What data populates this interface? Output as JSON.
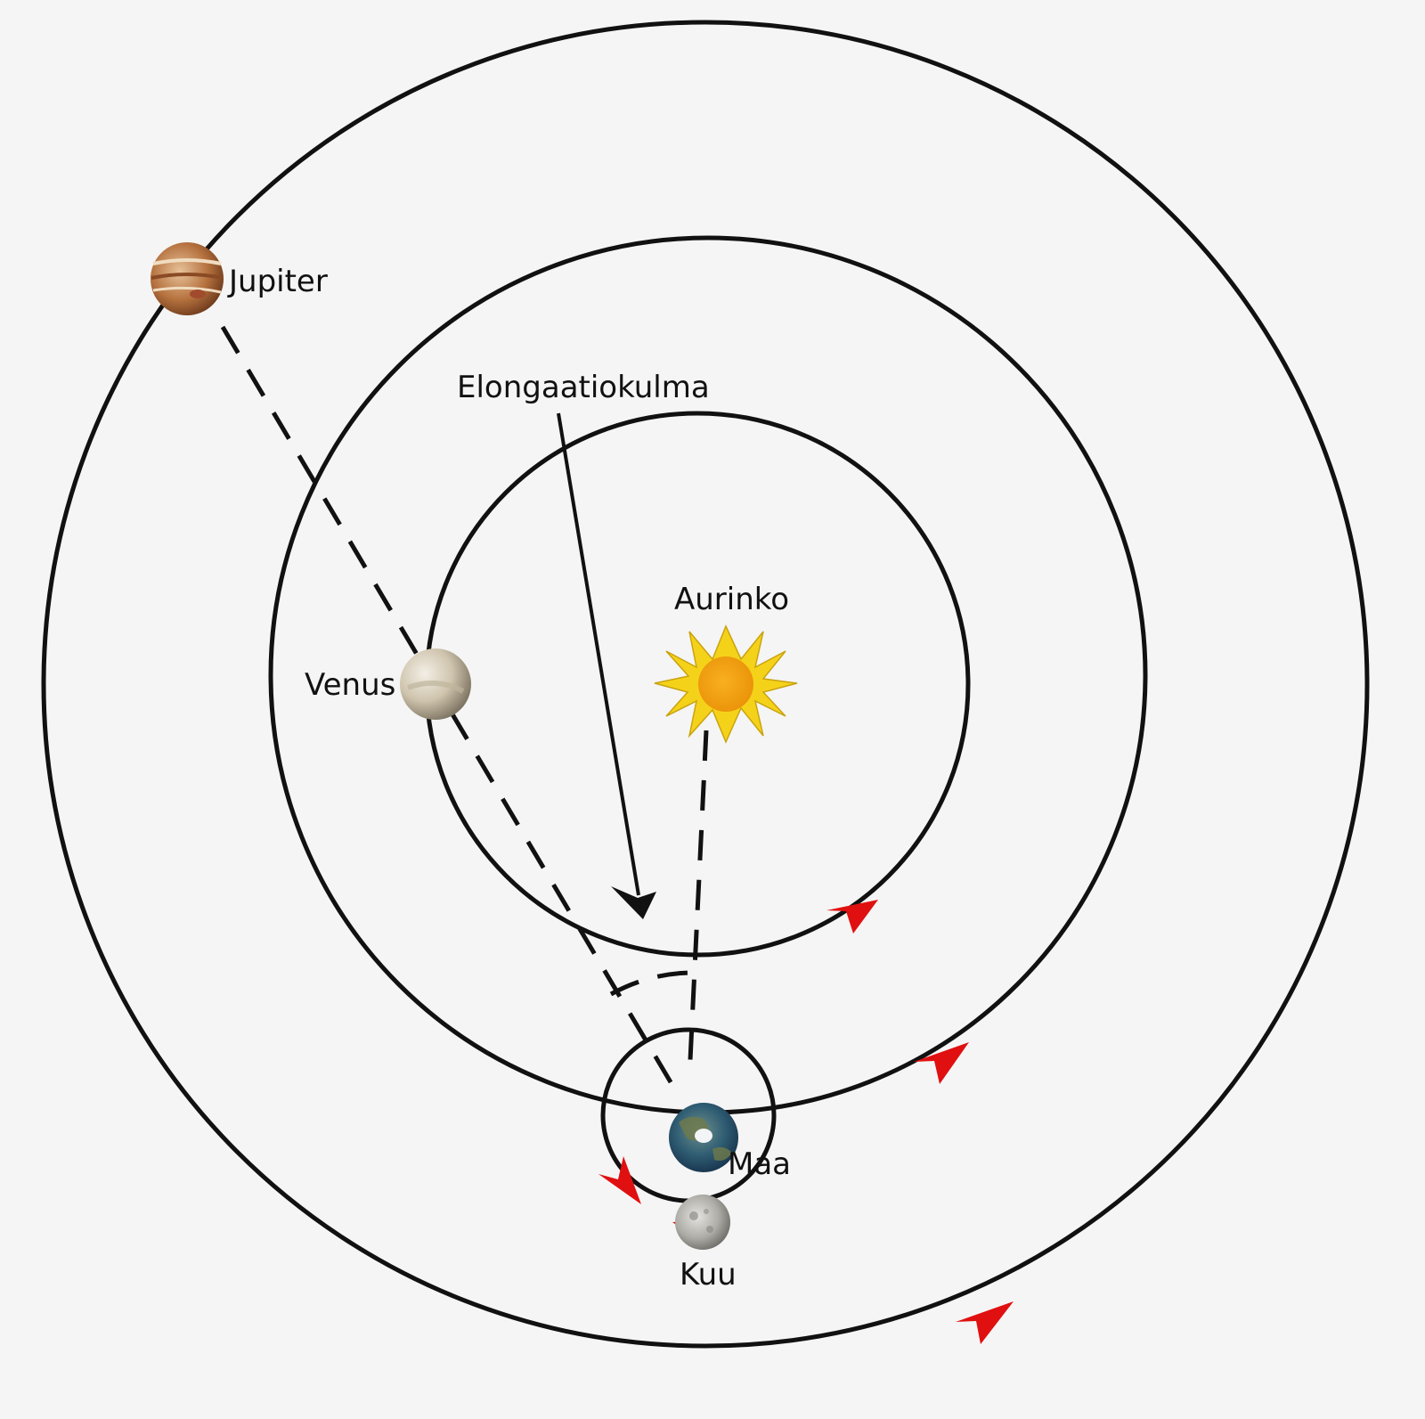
{
  "labels": {
    "jupiter": "Jupiter",
    "venus": "Venus",
    "sun": "Aurinko",
    "earth": "Maa",
    "moon": "Kuu",
    "angle": "Elongaatiokulma"
  },
  "colors": {
    "background": "#f5f5f5",
    "line": "#111111",
    "direction_arrow": "#e01010",
    "sun_rays": "#f5d21a",
    "sun_core": "#f0a010"
  },
  "icons": {
    "jupiter": "jupiter-planet-icon",
    "venus": "venus-planet-icon",
    "sun": "sun-icon",
    "earth": "earth-planet-icon",
    "moon": "moon-icon",
    "orbit_direction": "orbit-direction-arrow-icon"
  }
}
